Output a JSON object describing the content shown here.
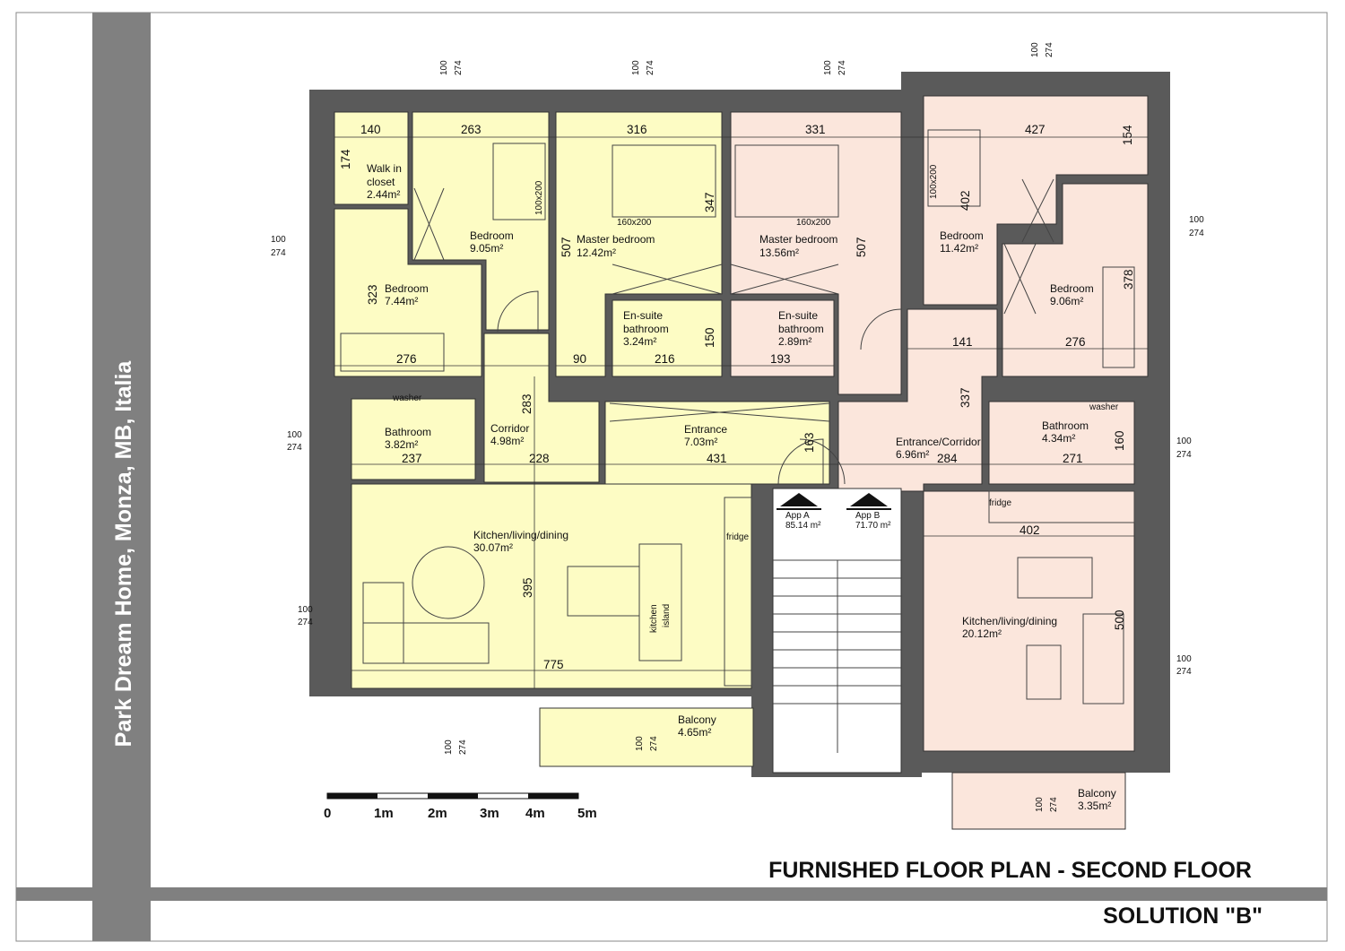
{
  "project": "Park Dream Home, Monza, MB, Italia",
  "title": "FURNISHED FLOOR PLAN - SECOND FLOOR",
  "subtitle": "SOLUTION \"B\"",
  "colors": {
    "app_a": "#fdfcc4",
    "app_b": "#fbe6dc",
    "walls": "#5a5a5a",
    "band": "#808080"
  },
  "window_dim": {
    "width": "100",
    "height": "274"
  },
  "apartments": [
    {
      "name": "App A",
      "area": "85.14 m²"
    },
    {
      "name": "App B",
      "area": "71.70 m²"
    }
  ],
  "rooms": {
    "walkin": {
      "name1": "Walk in",
      "name2": "closet",
      "area": "2.44m²"
    },
    "bed744": {
      "name": "Bedroom",
      "area": "7.44m²"
    },
    "bed905": {
      "name": "Bedroom",
      "area": "9.05m²"
    },
    "master1242": {
      "name": "Master bedroom",
      "area": "12.42m²"
    },
    "master1356": {
      "name": "Master bedroom",
      "area": "13.56m²"
    },
    "ensuite324": {
      "name1": "En-suite",
      "name2": "bathroom",
      "area": "3.24m²"
    },
    "ensuite289": {
      "name1": "En-suite",
      "name2": "bathroom",
      "area": "2.89m²"
    },
    "bed1142": {
      "name": "Bedroom",
      "area": "11.42m²"
    },
    "bed906": {
      "name": "Bedroom",
      "area": "9.06m²"
    },
    "bath382": {
      "name": "Bathroom",
      "area": "3.82m²"
    },
    "corridor": {
      "name": "Corridor",
      "area": "4.98m²"
    },
    "entrance": {
      "name": "Entrance",
      "area": "7.03m²"
    },
    "entcorr": {
      "name": "Entrance/Corridor",
      "area": "6.96m²"
    },
    "bath434": {
      "name": "Bathroom",
      "area": "4.34m²"
    },
    "kitchenA": {
      "name": "Kitchen/living/dining",
      "area": "30.07m²"
    },
    "kitchenB": {
      "name": "Kitchen/living/dining",
      "area": "20.12m²"
    },
    "balconyA": {
      "name": "Balcony",
      "area": "4.65m²"
    },
    "balconyB": {
      "name": "Balcony",
      "area": "3.35m²"
    }
  },
  "furniture": {
    "washer": "washer",
    "fridge": "fridge",
    "island1": "kitchen",
    "island2": "island",
    "bed_single": "100x200",
    "bed_double": "160x200"
  },
  "dimensions": {
    "d140": "140",
    "d263": "263",
    "d316": "316",
    "d331": "331",
    "d427": "427",
    "d154": "154",
    "d174": "174",
    "d323": "323",
    "d276a": "276",
    "d507a": "507",
    "d347": "347",
    "d90": "90",
    "d216": "216",
    "d150": "150",
    "d193": "193",
    "d507b": "507",
    "d402a": "402",
    "d378": "378",
    "d141": "141",
    "d276b": "276",
    "d283": "283",
    "d237": "237",
    "d228": "228",
    "d431": "431",
    "d163": "163",
    "d284": "284",
    "d337": "337",
    "d271": "271",
    "d160": "160",
    "d402b": "402",
    "d395": "395",
    "d775": "775",
    "d500": "500"
  },
  "scale": [
    "0",
    "1m",
    "2m",
    "3m",
    "4m",
    "5m"
  ]
}
